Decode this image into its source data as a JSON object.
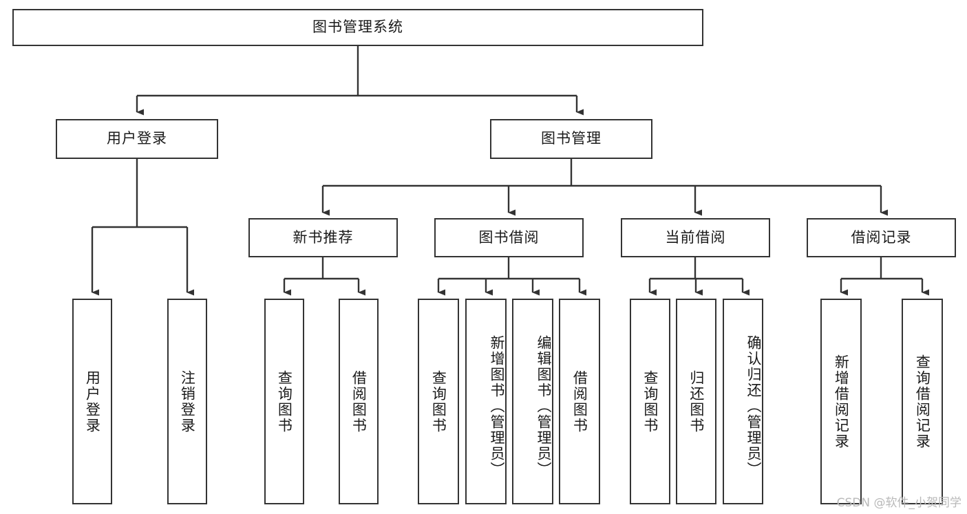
{
  "diagram": {
    "title": "图书管理系统",
    "type": "tree-hierarchy-diagram",
    "root": {
      "label": "图书管理系统"
    },
    "level2": [
      {
        "label": "用户登录"
      },
      {
        "label": "图书管理"
      }
    ],
    "level3": [
      {
        "label": "新书推荐"
      },
      {
        "label": "图书借阅"
      },
      {
        "label": "当前借阅"
      },
      {
        "label": "借阅记录"
      }
    ],
    "leaves": {
      "user_login": [
        {
          "label": "用户登录"
        },
        {
          "label": "注销登录"
        }
      ],
      "new_book_recommend": [
        {
          "label": "查询图书"
        },
        {
          "label": "借阅图书"
        }
      ],
      "book_borrow": [
        {
          "label": "查询图书"
        },
        {
          "label": "新增图书（管理员）"
        },
        {
          "label": "编辑图书（管理员）"
        },
        {
          "label": "借阅图书"
        }
      ],
      "current_borrow": [
        {
          "label": "查询图书"
        },
        {
          "label": "归还图书"
        },
        {
          "label": "确认归还（管理员）"
        }
      ],
      "borrow_records": [
        {
          "label": "新增借阅记录"
        },
        {
          "label": "查询借阅记录"
        }
      ]
    }
  },
  "watermark": {
    "text": "CSDN @软件_小贺同学"
  },
  "colors": {
    "stroke": "#333333",
    "background": "#ffffff",
    "text": "#1a1a1a",
    "watermark": "#b9b9b9"
  }
}
